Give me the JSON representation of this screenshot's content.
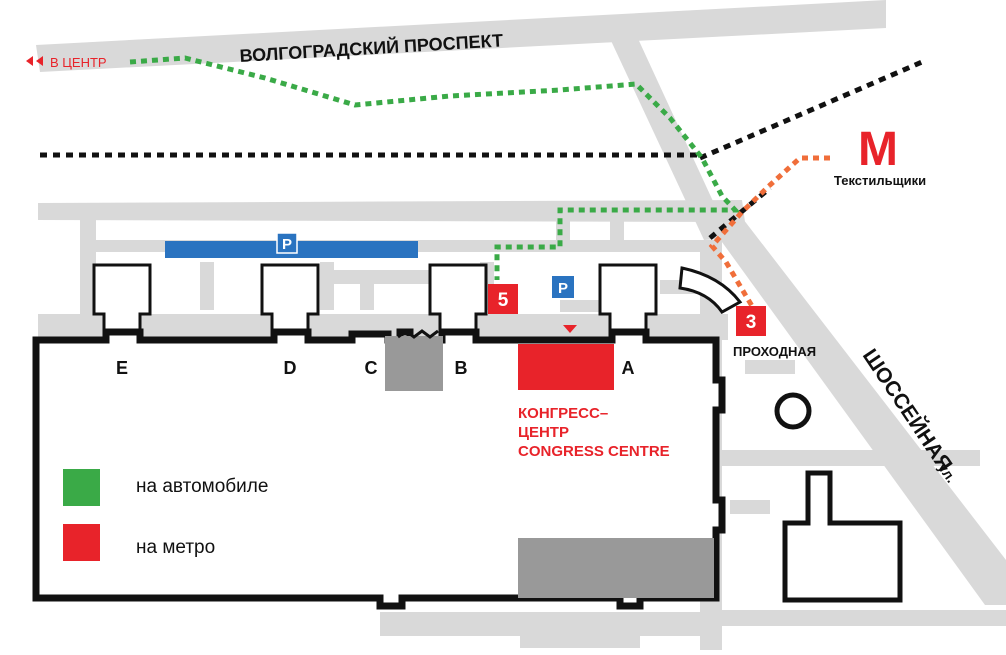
{
  "streets": {
    "volgogradsky": "ВОЛГОГРАДСКИЙ ПРОСПЕКТ",
    "shosseynaya": "ШОССЕЙНАЯ",
    "shosseynaya_suffix": "ул."
  },
  "directions": {
    "to_center": "В ЦЕНТР"
  },
  "metro": {
    "logo": "М",
    "station": "Текстильщики"
  },
  "parking": {
    "symbol": "P"
  },
  "checkpoints": {
    "gate_5": "5",
    "gate_3": "3",
    "gate_3_label": "ПРОХОДНАЯ"
  },
  "entrances": {
    "e": "E",
    "d": "D",
    "c": "C",
    "b": "B",
    "a": "A"
  },
  "congress_centre": {
    "line1": "КОНГРЕСС–",
    "line2": "ЦЕНТР",
    "line3": "CONGRESS CENTRE"
  },
  "legend": {
    "car_label": "на автомобиле",
    "car_color": "#3aaa47",
    "metro_label": "на метро",
    "metro_color": "#e8232a"
  },
  "colors": {
    "road": "#d9d9d9",
    "route_car": "#3aaa47",
    "route_metro": "#f06e3a",
    "accent_red": "#e8232a",
    "parking_blue": "#2a73c0",
    "building_grey": "#999999"
  }
}
